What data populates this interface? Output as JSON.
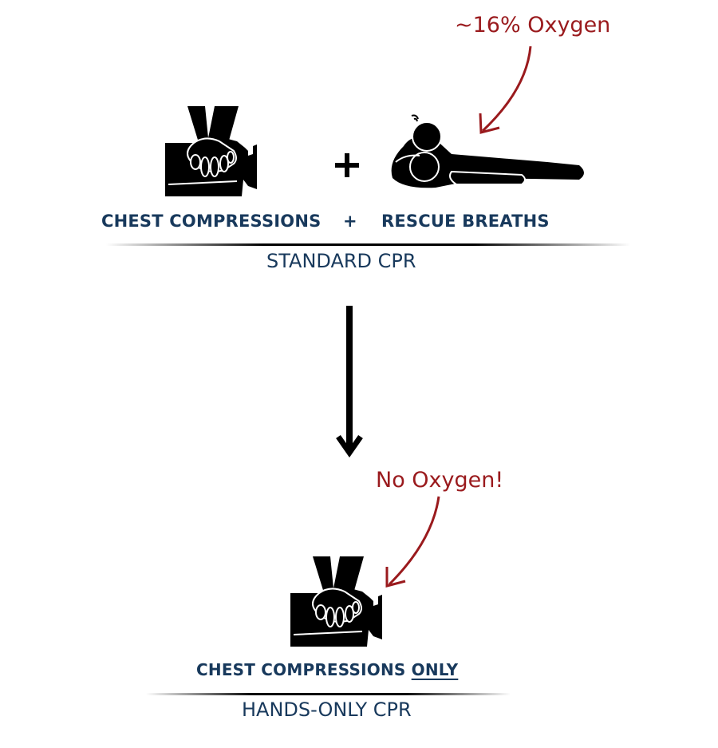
{
  "annotations": {
    "oxygen_standard": "~16% Oxygen",
    "oxygen_hands_only": "No Oxygen!"
  },
  "standard": {
    "compressions_label": "CHEST COMPRESSIONS",
    "plus_symbol": "+",
    "breaths_label": "RESCUE BREATHS",
    "title": "STANDARD CPR"
  },
  "hands_only": {
    "label_prefix": "CHEST COMPRESSIONS",
    "label_emphasis": "ONLY",
    "title": "HANDS-ONLY CPR"
  },
  "colors": {
    "annotation": "#9a1a1d",
    "label": "#18395c",
    "icon": "#000000"
  }
}
